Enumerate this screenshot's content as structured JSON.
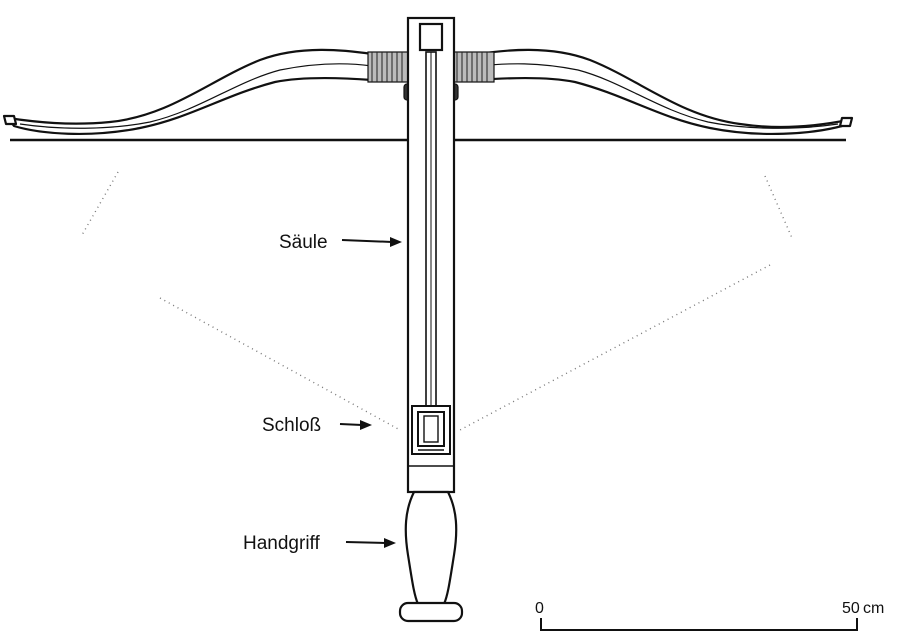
{
  "labels": {
    "saeule": "Säule",
    "schloss": "Schloß",
    "handgriff": "Handgriff"
  },
  "scale_bar": {
    "start": "0",
    "end": "50",
    "unit": "cm"
  },
  "colors": {
    "ink": "#111111",
    "paper": "#ffffff"
  }
}
